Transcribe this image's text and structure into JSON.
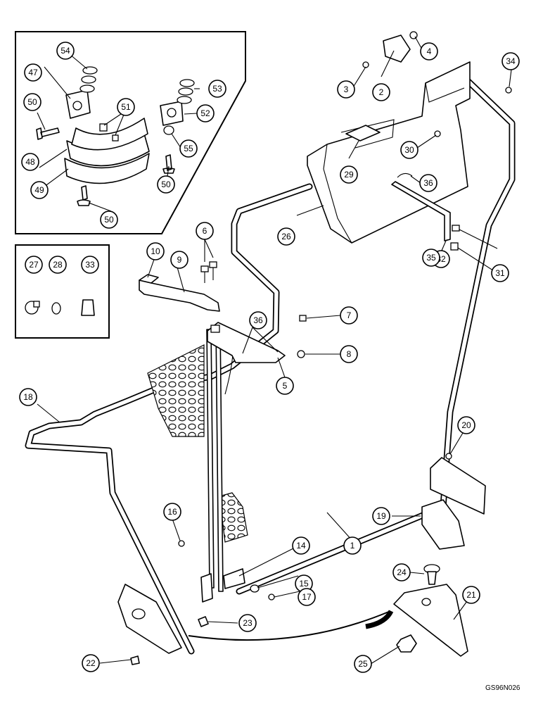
{
  "drawing_code": "GS96N026",
  "callouts": [
    "1",
    "2",
    "3",
    "4",
    "5",
    "6",
    "7",
    "8",
    "9",
    "10",
    "14",
    "15",
    "16",
    "17",
    "18",
    "19",
    "20",
    "21",
    "22",
    "23",
    "24",
    "25",
    "26",
    "27",
    "28",
    "29",
    "30",
    "31",
    "32",
    "33",
    "34",
    "35",
    "36",
    "36",
    "47",
    "48",
    "49",
    "50",
    "50",
    "50",
    "51",
    "52",
    "53",
    "54",
    "55"
  ],
  "colors": {
    "line": "#000000",
    "background": "#ffffff"
  }
}
